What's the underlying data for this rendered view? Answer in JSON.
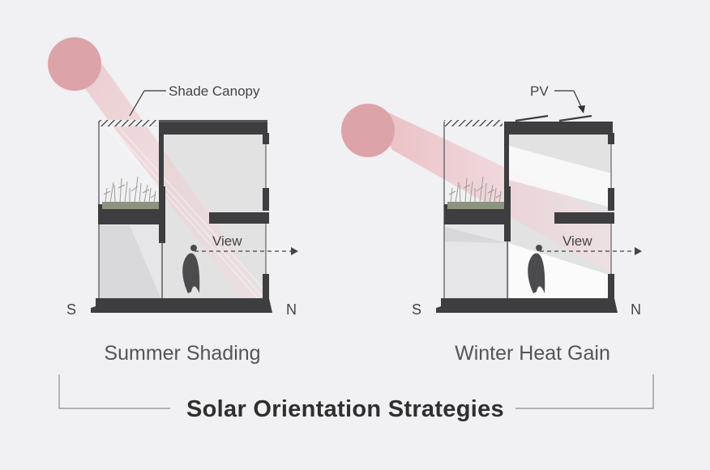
{
  "left_panel": {
    "canopy_label": "Shade Canopy",
    "view_label": "View",
    "south_label": "S",
    "north_label": "N",
    "caption": "Summer Shading"
  },
  "right_panel": {
    "pv_label": "PV",
    "view_label": "View",
    "south_label": "S",
    "north_label": "N",
    "caption": "Winter Heat Gain"
  },
  "title": "Solar Orientation Strategies",
  "colors": {
    "background": "#f1f0f2",
    "sun": "#dca3a8",
    "sun_ray": "#f0d4d8",
    "wall": "#3e3e40",
    "interior": "#e2e1e2",
    "shadow": "#d6d5d8",
    "planter": "#8c9480",
    "foliage": "#b7b6b3"
  }
}
